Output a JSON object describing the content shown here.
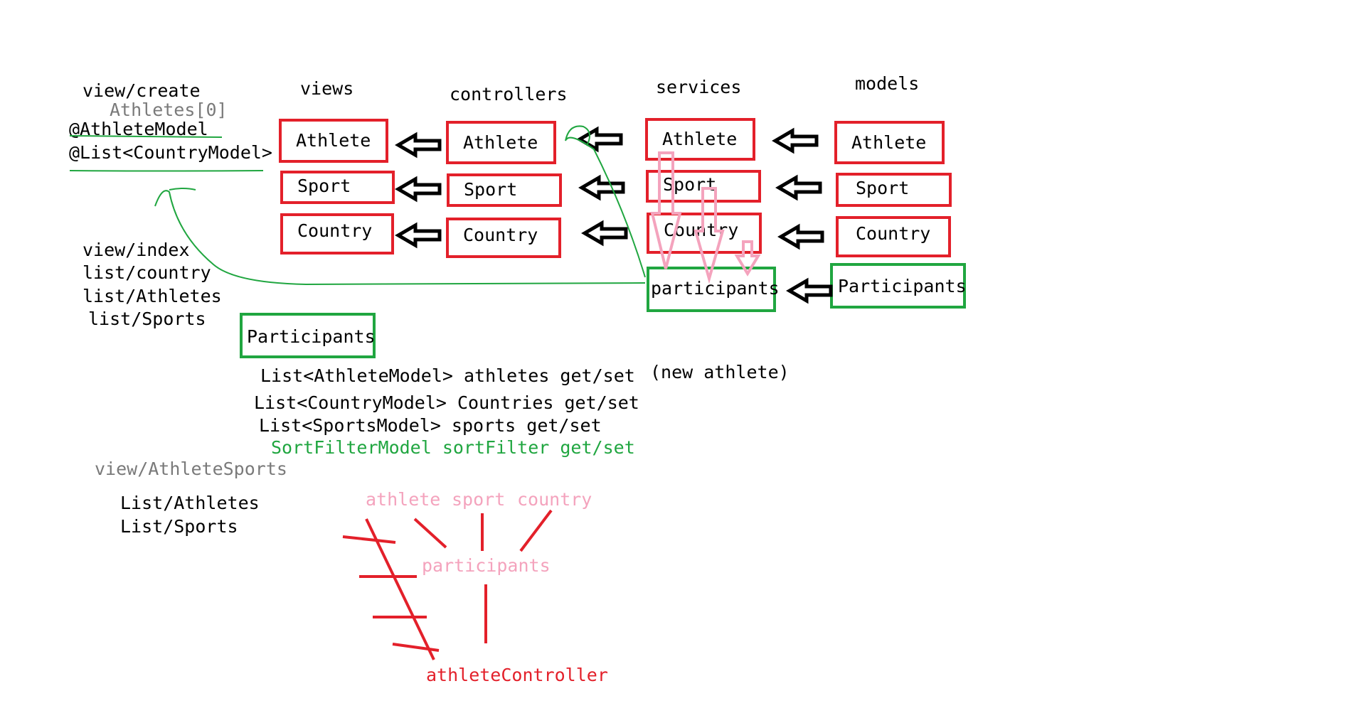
{
  "headers": {
    "views": "views",
    "controllers": "controllers",
    "services": "services",
    "models": "models"
  },
  "left_notes": {
    "view_create": "view/create",
    "athletes_index": "Athletes[0]",
    "athlete_model": "@AthleteModel",
    "list_country_model": "@List<CountryModel>",
    "view_index": "view/index",
    "list_country": "list/country",
    "list_athletes": "list/Athletes",
    "list_sports": "list/Sports"
  },
  "views": [
    "Athlete",
    "Sport",
    "Country"
  ],
  "controllers": [
    "Athlete",
    "Sport",
    "Country"
  ],
  "services": [
    "Athlete",
    "Sport",
    "Country",
    "participants"
  ],
  "models": [
    "Athlete",
    "Sport",
    "Country",
    "Participants"
  ],
  "participants_box": "Participants",
  "participants_props": {
    "athletes": "List<AthleteModel> athletes get/set",
    "new_athlete": "(new athlete)",
    "countries": "List<CountryModel> Countries get/set",
    "sports": "List<SportsModel> sports get/set",
    "sort_filter": "SortFilterModel sortFilter get/set"
  },
  "athlete_sports": {
    "view": "view/AthleteSports",
    "list_athletes": "List/Athletes",
    "list_sports": "List/Sports"
  },
  "tree": {
    "athlete": "athlete",
    "sport": "sport",
    "country": "country",
    "participants": "participants",
    "controller": "athleteController"
  },
  "colors": {
    "red": "#e3202a",
    "green": "#20a640",
    "pink": "#f4a3bd",
    "gray": "#7a7a7a",
    "black": "#000000"
  }
}
